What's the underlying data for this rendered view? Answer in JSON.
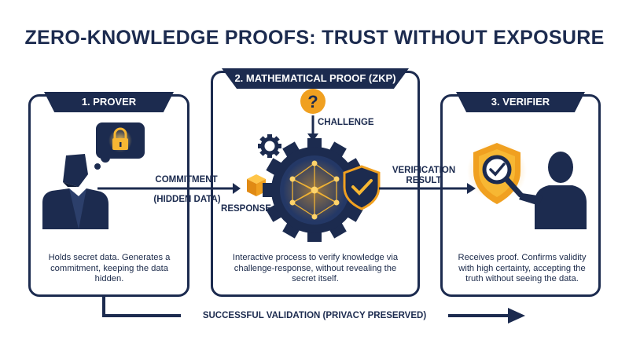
{
  "title": "ZERO-KNOWLEDGE PROOFS: TRUST WITHOUT EXPOSURE",
  "panels": {
    "prover": {
      "badge": "1. PROVER",
      "description": "Holds secret data. Generates a commitment, keeping the data hidden."
    },
    "proof": {
      "badge": "2. MATHEMATICAL PROOF (ZKP)",
      "description": "Interactive process to verify knowledge via challenge-response, without revealing the secret itself."
    },
    "verifier": {
      "badge": "3. VERIFIER",
      "description": "Receives proof. Confirms validity with high certainty, accepting the truth without seeing the data."
    }
  },
  "flow": {
    "commitment": "COMMITMENT",
    "hidden_data": "(HIDDEN DATA)",
    "response": "RESPONSE",
    "challenge": "CHALLENGE",
    "verification_result_1": "VERIFICATION",
    "verification_result_2": "RESULT",
    "question_mark": "?",
    "bottom_arrow": "SUCCESSFUL VALIDATION (PRIVACY PRESERVED)"
  },
  "colors": {
    "navy": "#1c2b4f",
    "orange": "#f0a020",
    "gold": "#f7b733"
  },
  "icons": [
    "lock-icon",
    "person-icon",
    "thought-bubble-icon",
    "question-icon",
    "gear-icon",
    "neural-gear-icon",
    "shield-check-icon",
    "cube-icon",
    "magnifier-shield-icon"
  ]
}
